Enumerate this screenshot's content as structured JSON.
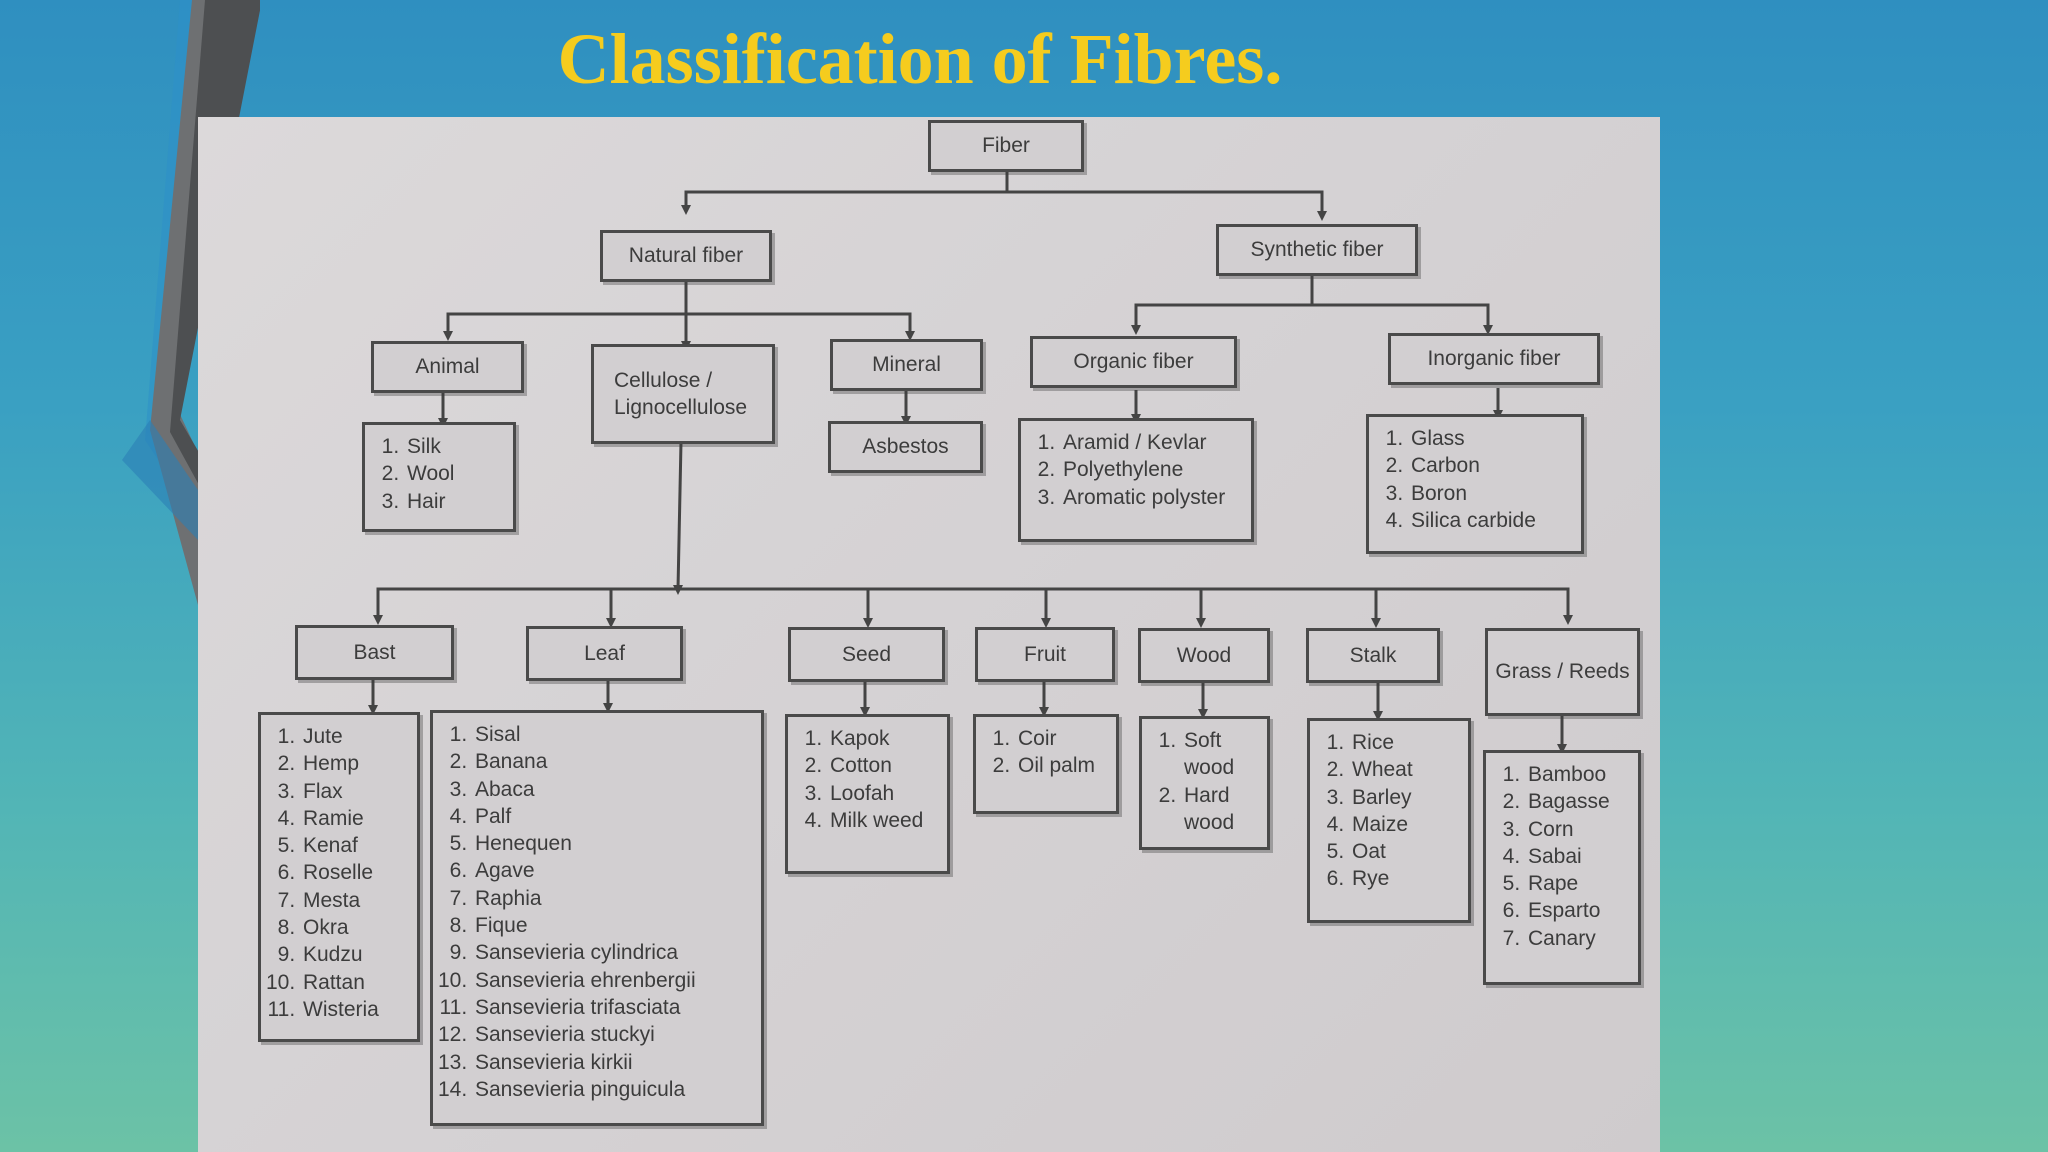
{
  "slide": {
    "title": "Classification of Fibres."
  },
  "tree": {
    "root": "Fiber",
    "natural": "Natural fiber",
    "synthetic": "Synthetic fiber",
    "animal": {
      "label": "Animal",
      "items": [
        "Silk",
        "Wool",
        "Hair"
      ]
    },
    "cellulose": {
      "label": "Cellulose / Lignocellulose"
    },
    "mineral": {
      "label": "Mineral",
      "items": [
        "Asbestos"
      ]
    },
    "organic": {
      "label": "Organic fiber",
      "items": [
        "Aramid / Kevlar",
        "Polyethylene",
        "Aromatic polyster"
      ]
    },
    "inorganic": {
      "label": "Inorganic fiber",
      "items": [
        "Glass",
        "Carbon",
        "Boron",
        "Silica carbide"
      ]
    },
    "bast": {
      "label": "Bast",
      "items": [
        "Jute",
        "Hemp",
        "Flax",
        "Ramie",
        "Kenaf",
        "Roselle",
        "Mesta",
        "Okra",
        "Kudzu",
        "Rattan",
        "Wisteria"
      ]
    },
    "leaf": {
      "label": "Leaf",
      "items": [
        "Sisal",
        "Banana",
        "Abaca",
        "Palf",
        "Henequen",
        "Agave",
        "Raphia",
        "Fique",
        "Sansevieria cylindrica",
        "Sansevieria ehrenbergii",
        "Sansevieria trifasciata",
        "Sansevieria stuckyi",
        "Sansevieria kirkii",
        "Sansevieria pinguicula"
      ]
    },
    "seed": {
      "label": "Seed",
      "items": [
        "Kapok",
        "Cotton",
        "Loofah",
        "Milk weed"
      ]
    },
    "fruit": {
      "label": "Fruit",
      "items": [
        "Coir",
        "Oil palm"
      ]
    },
    "wood": {
      "label": "Wood",
      "items": [
        "Soft wood",
        "Hard wood"
      ]
    },
    "stalk": {
      "label": "Stalk",
      "items": [
        "Rice",
        "Wheat",
        "Barley",
        "Maize",
        "Oat",
        "Rye"
      ]
    },
    "grass": {
      "label": "Grass / Reeds",
      "items": [
        "Bamboo",
        "Bagasse",
        "Corn",
        "Sabai",
        "Rape",
        "Esparto",
        "Canary"
      ]
    }
  },
  "colors": {
    "title": "#f5cc1e",
    "box_border": "#4a4a4a",
    "box_fill": "#d2cfd1",
    "text": "#3c3c3c"
  }
}
